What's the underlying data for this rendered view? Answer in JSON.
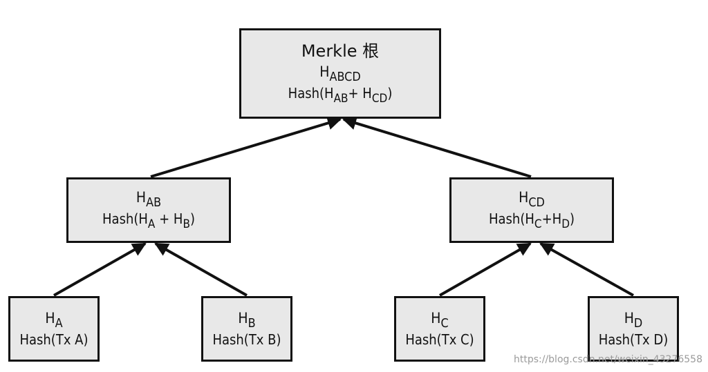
{
  "root": {
    "title": "Merkle 根",
    "hash_name": {
      "base": "H",
      "sub": "ABCD"
    },
    "formula": {
      "prefix": "Hash(H",
      "sub1": "AB",
      "mid": "+ H",
      "sub2": "CD",
      "suffix": ")"
    }
  },
  "ab": {
    "hash_name": {
      "base": "H",
      "sub": "AB"
    },
    "formula": {
      "prefix": "Hash(H",
      "sub1": "A",
      "mid": " + H",
      "sub2": "B",
      "suffix": ")"
    }
  },
  "cd": {
    "hash_name": {
      "base": "H",
      "sub": "CD"
    },
    "formula": {
      "prefix": "Hash(H",
      "sub1": "C",
      "mid": "+H",
      "sub2": "D",
      "suffix": ")"
    }
  },
  "leaves": [
    {
      "hash_name": {
        "base": "H",
        "sub": "A"
      },
      "formula": "Hash(Tx A)"
    },
    {
      "hash_name": {
        "base": "H",
        "sub": "B"
      },
      "formula": "Hash(Tx B)"
    },
    {
      "hash_name": {
        "base": "H",
        "sub": "C"
      },
      "formula": "Hash(Tx C)"
    },
    {
      "hash_name": {
        "base": "H",
        "sub": "D"
      },
      "formula": "Hash(Tx D)"
    }
  ],
  "watermark": "https://blog.csdn.net/weixin_43276558",
  "colors": {
    "box_fill": "#e8e8e8",
    "stroke": "#111111",
    "watermark": "#9a9a9a"
  }
}
